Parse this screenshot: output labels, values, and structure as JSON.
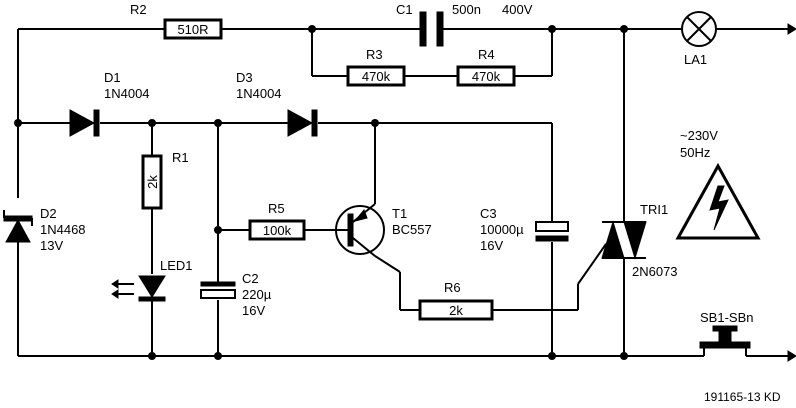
{
  "components": {
    "R2": {
      "ref": "R2",
      "value": "510R"
    },
    "C1": {
      "ref": "C1",
      "value": "500n",
      "voltage": "400V"
    },
    "R3": {
      "ref": "R3",
      "value": "470k"
    },
    "R4": {
      "ref": "R4",
      "value": "470k"
    },
    "LA1": {
      "ref": "LA1"
    },
    "D1": {
      "ref": "D1",
      "part": "1N4004"
    },
    "D3": {
      "ref": "D3",
      "part": "1N4004"
    },
    "R1": {
      "ref": "R1",
      "value": "2k"
    },
    "D2": {
      "ref": "D2",
      "part": "1N4468",
      "voltage": "13V"
    },
    "R5": {
      "ref": "R5",
      "value": "100k"
    },
    "T1": {
      "ref": "T1",
      "part": "BC557"
    },
    "C3": {
      "ref": "C3",
      "value": "10000µ",
      "voltage": "16V"
    },
    "TRI1": {
      "ref": "TRI1",
      "part": "2N6073"
    },
    "LED1": {
      "ref": "LED1"
    },
    "C2": {
      "ref": "C2",
      "value": "220µ",
      "voltage": "16V"
    },
    "R6": {
      "ref": "R6",
      "value": "2k"
    },
    "SB": {
      "ref": "SB1-SBn"
    }
  },
  "mains": {
    "voltage": "~230V",
    "frequency": "50Hz"
  },
  "footer_code": "191165-13  KD"
}
